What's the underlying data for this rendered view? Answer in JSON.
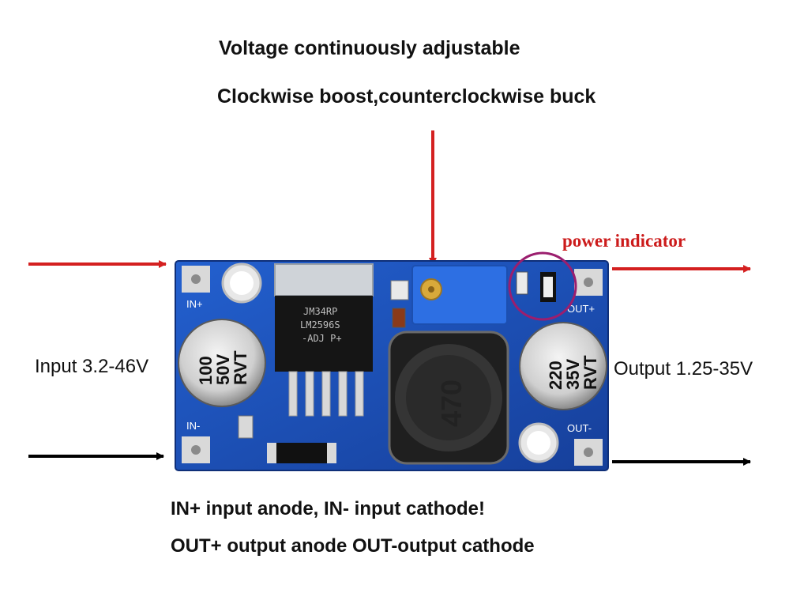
{
  "headline": {
    "line1": "Voltage continuously adjustable",
    "line2": "Clockwise boost,counterclockwise buck"
  },
  "callouts": {
    "power_indicator": "power indicator",
    "input": "Input 3.2-46V",
    "output": "Output 1.25-35V"
  },
  "notes": {
    "line1": "IN+ input anode, IN- input cathode!",
    "line2": "OUT+ output anode OUT-output cathode"
  },
  "board": {
    "silkscreen": {
      "in_plus": "IN+",
      "in_minus": "IN-",
      "out_plus": "OUT+",
      "out_minus": "OUT-"
    },
    "chip_lines": [
      "JM34RP",
      "LM2596S",
      "-ADJ  P+"
    ],
    "input_cap": {
      "line1": "100",
      "line2": "50V",
      "line3": "RVT"
    },
    "output_cap": {
      "line1": "220",
      "line2": "35V",
      "line3": "RVT"
    },
    "inductor_marking": "470"
  },
  "colors": {
    "pcb_blue": "#1d4fb8",
    "arrow_red": "#d42020",
    "arrow_black": "#000000",
    "indicator_circle": "#9b1e6e"
  }
}
